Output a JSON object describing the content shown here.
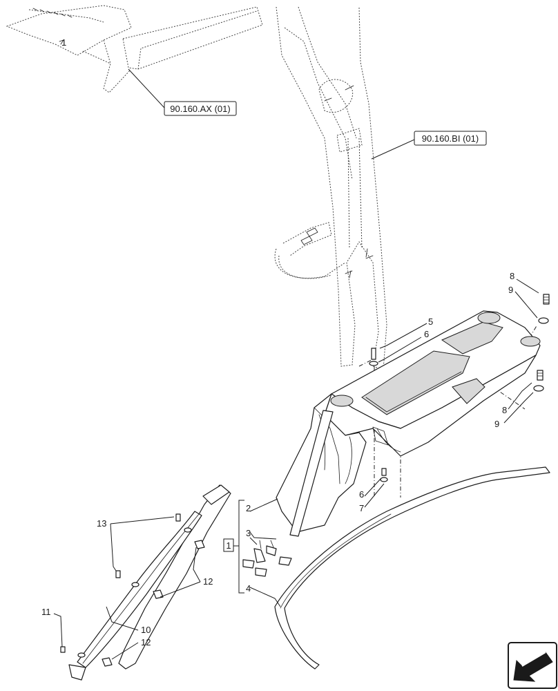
{
  "references": {
    "ref_ax": "90.160.AX (01)",
    "ref_bi": "90.160.BI (01)"
  },
  "group_box_label": "1",
  "part_labels": {
    "p1_hidden": "1",
    "p2": "2",
    "p3": "3",
    "p4": "4",
    "p5": "5",
    "p6_top": "6",
    "p6_bottom": "6",
    "p7": "7",
    "p8_top": "8",
    "p8_bottom": "8",
    "p9_top": "9",
    "p9_bottom": "9",
    "p10": "10",
    "p11": "11",
    "p12_top": "12",
    "p12_bottom": "12",
    "p13": "13"
  },
  "icons": {
    "nav_arrow": "arrow-down-left-icon"
  }
}
